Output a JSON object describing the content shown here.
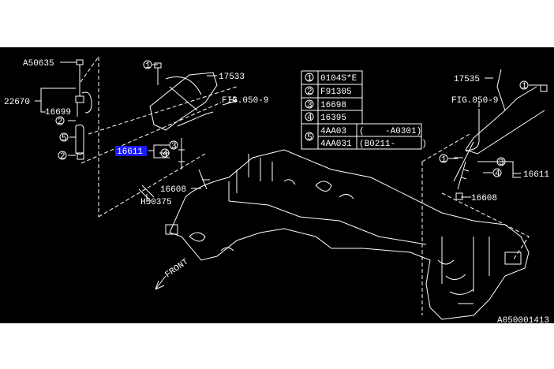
{
  "diagram": {
    "colors": {
      "background": "#000000",
      "lines": "#ffffff",
      "highlight": "#1a1aff"
    },
    "left_labels": {
      "a50635": "A50635",
      "p22670": "22670",
      "p16699": "16699",
      "p17533": "17533",
      "fig_left": "FIG.050-9",
      "p16611_highlighted": "16611",
      "p16608": "16608",
      "h50375": "H50375"
    },
    "right_labels": {
      "p17535": "17535",
      "fig_right": "FIG.050-9",
      "p16611": "16611",
      "p16608": "16608"
    },
    "callouts": {
      "c1": "1",
      "c2": "2",
      "c3": "3",
      "c4": "4",
      "c5": "5"
    },
    "parts_table": [
      {
        "ref": "1",
        "part": "0104S*E"
      },
      {
        "ref": "2",
        "part": "F91305"
      },
      {
        "ref": "3",
        "part": "16698"
      },
      {
        "ref": "4",
        "part": "16395"
      },
      {
        "ref": "5",
        "part": "4AA03",
        "range": "(    -A0301)"
      },
      {
        "ref": "5",
        "part": "4AA031",
        "range": "(B0211-     )"
      }
    ],
    "front_label": "FRONT",
    "figure_id": "A050001413"
  }
}
